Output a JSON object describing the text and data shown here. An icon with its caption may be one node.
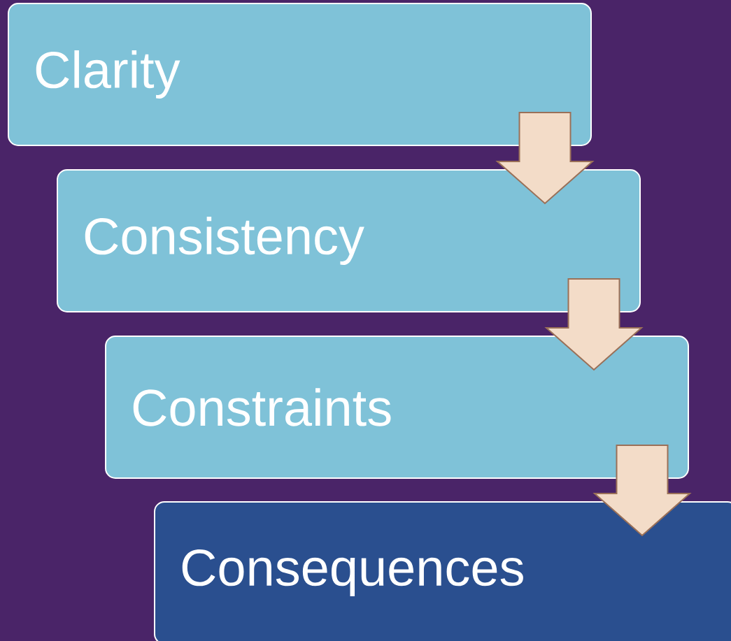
{
  "diagram": {
    "nodes": [
      {
        "text": [
          "Clarity"
        ]
      },
      {
        "text": [
          "Consistency"
        ]
      },
      {
        "text": [
          "Constraints"
        ]
      },
      {
        "text": [
          "Consequences"
        ]
      }
    ],
    "edges": [
      {
        "from": 0,
        "to": 1,
        "arrow": "to"
      },
      {
        "from": 1,
        "to": 2,
        "arrow": "to"
      },
      {
        "from": 2,
        "to": 3,
        "arrow": "to"
      }
    ]
  }
}
